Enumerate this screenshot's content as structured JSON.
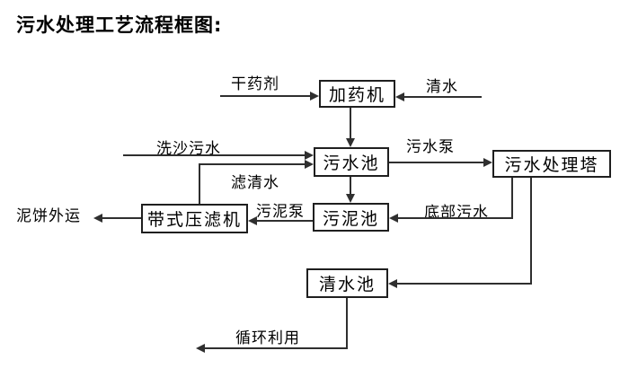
{
  "title": "污水处理工艺流程框图:",
  "nodes": {
    "dosing_machine": "加药机",
    "sewage_pool": "污水池",
    "treatment_tower": "污水处理塔",
    "sludge_pool": "污泥池",
    "belt_filter_press": "带式压滤机",
    "clean_water_pool": "清水池"
  },
  "flows": {
    "dry_chemical": "干药剂",
    "clean_water": "清水",
    "sand_washing_sewage": "洗沙污水",
    "sewage_pump": "污水泵",
    "filtered_water": "滤清水",
    "sludge_pump": "污泥泵",
    "bottom_sewage": "底部污水",
    "mud_cake_out": "泥饼外运",
    "recycling": "循环利用"
  },
  "colors": {
    "line": "#2f2f2f",
    "box_border": "#1f1f1f",
    "text": "#000000",
    "background": "#ffffff"
  }
}
